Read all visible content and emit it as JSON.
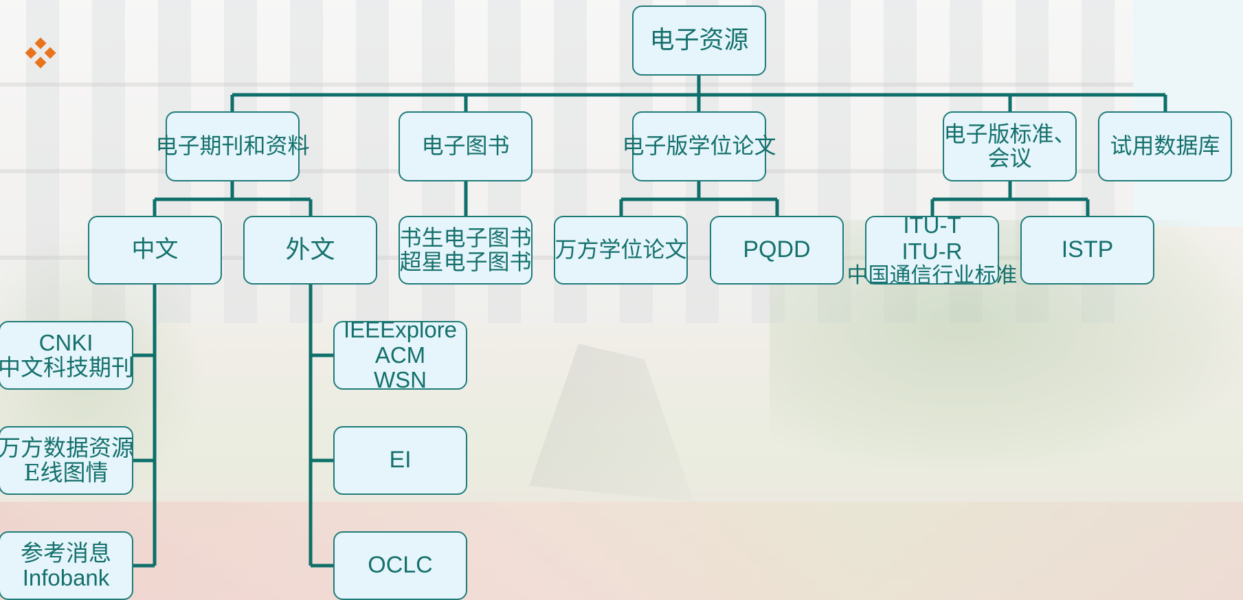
{
  "slide": {
    "root": "电子资源",
    "categories": {
      "journals": "电子期刊和资料",
      "ebooks": "电子图书",
      "theses": "电子版学位论文",
      "standards": [
        "电子版标准、",
        "会议"
      ],
      "trial": "试用数据库"
    },
    "journals_sub": {
      "chinese": "中文",
      "foreign": "外文"
    },
    "chinese_dbs": [
      [
        "CNKI",
        "中文科技期刊"
      ],
      [
        "万方数据资源",
        "E线图情"
      ],
      [
        "参考消息",
        "Infobank"
      ]
    ],
    "foreign_dbs": [
      [
        "IEEExplore",
        "ACM",
        "WSN"
      ],
      [
        "EI"
      ],
      [
        "OCLC"
      ]
    ],
    "ebooks_sub": [
      "书生电子图书",
      "超星电子图书"
    ],
    "theses_sub": {
      "wanfang": "万方学位论文",
      "pqdd": "PQDD"
    },
    "standards_sub": {
      "itu": [
        "ITU-T",
        "ITU-R",
        "中国通信行业标准"
      ],
      "istp": "ISTP"
    }
  },
  "colors": {
    "line": "#0e6e69",
    "node_fill": "#e6f5fb",
    "text": "#14706c",
    "bullet": "#e8731c"
  },
  "icons": {
    "bullet": "diamond-bullet-icon"
  }
}
